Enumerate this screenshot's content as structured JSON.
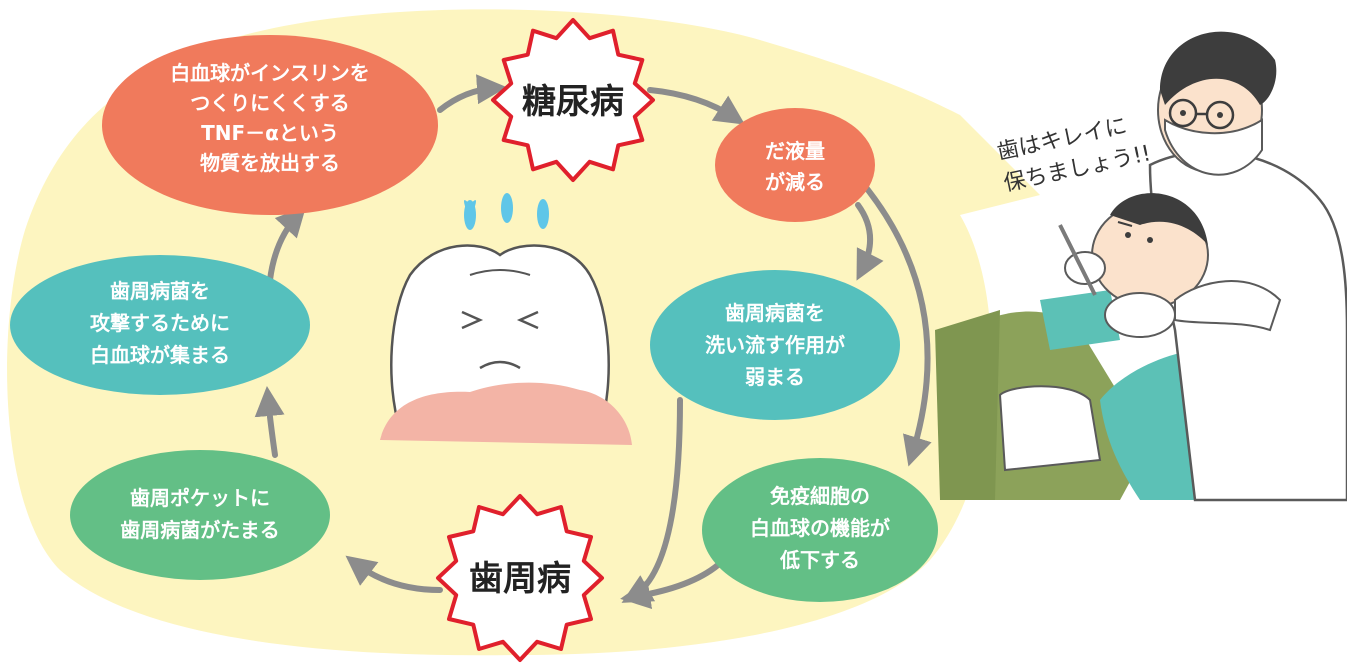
{
  "diagram": {
    "center_nodes": {
      "diabetes": "糖尿病",
      "periodontitis": "歯周病"
    },
    "cycle_nodes": [
      {
        "id": "tnf",
        "lines": [
          "白血球がインスリンを",
          "つくりにくくする",
          "TNF－αという",
          "物質を放出する"
        ]
      },
      {
        "id": "saliva",
        "lines": [
          "だ液量",
          "が減る"
        ]
      },
      {
        "id": "wash",
        "lines": [
          "歯周病菌を",
          "洗い流す作用が",
          "弱まる"
        ]
      },
      {
        "id": "immune",
        "lines": [
          "免疫細胞の",
          "白血球の機能が",
          "低下する"
        ]
      },
      {
        "id": "pocket",
        "lines": [
          "歯周ポケットに",
          "歯周病菌がたまる"
        ]
      },
      {
        "id": "attack",
        "lines": [
          "歯周病菌を",
          "攻撃するために",
          "白血球が集まる"
        ]
      }
    ]
  },
  "speech": {
    "lines": [
      "歯はキレイに",
      "保ちましょう!!"
    ]
  },
  "icons": {
    "tooth": "sad-tooth-icon",
    "dentist": "dentist-illustration",
    "sweat": "sweat-drops-icon"
  },
  "colors": {
    "background_blob": "#fdf5c0",
    "tnf_node": "#f07a5c",
    "teal_node": "#55c0bd",
    "green_node": "#63bf86",
    "burst_border": "#e0202c",
    "arrow": "#8c8c8c",
    "gum": "#f3b4a6",
    "sweat": "#5fc6e8"
  }
}
